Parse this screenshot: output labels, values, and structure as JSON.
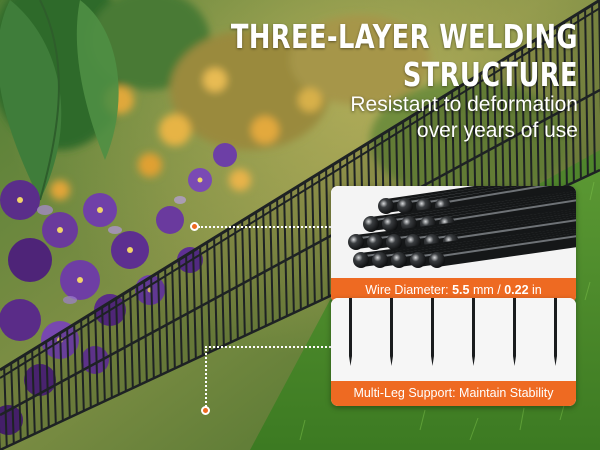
{
  "headline": {
    "line1": "THREE-LAYER WELDING",
    "line2": "STRUCTURE"
  },
  "subheadline": {
    "line1": "Resistant to deformation",
    "line2": "over years of use"
  },
  "callouts": [
    {
      "label": "Wire Diameter: ",
      "value_mm": "5.5",
      "unit_mm": " mm / ",
      "value_in": "0.22",
      "unit_in": " in"
    },
    {
      "label": "Multi-Leg Support: Maintain Stability"
    }
  ],
  "colors": {
    "accent": "#ee6a22",
    "fence": "#1e2224",
    "text": "#ffffff"
  },
  "icons": [
    "callout-dot-icon"
  ]
}
